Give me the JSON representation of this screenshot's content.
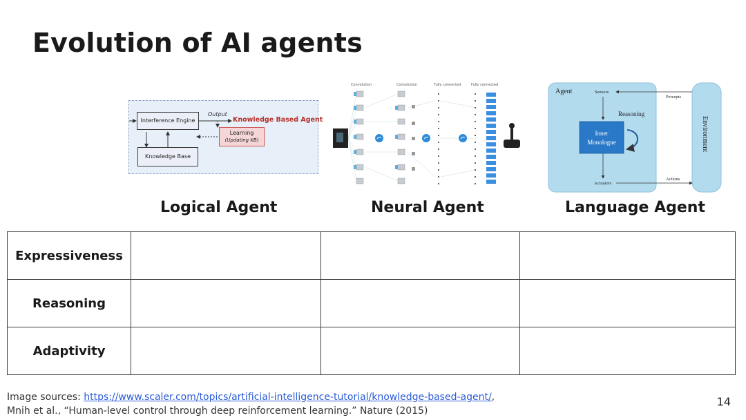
{
  "slide": {
    "title": "Evolution of AI agents",
    "page_number": "14"
  },
  "logical_diagram": {
    "inference_engine": "Interference Engine",
    "output": "Output",
    "knowledge_based_agent": "Knowledge Based Agent",
    "learning": "Learning",
    "learning_sub": "(Updating KB)",
    "knowledge_base": "Knowledge Base"
  },
  "neural_diagram": {
    "layer_labels": [
      "Convolution",
      "Convolution",
      "Fully connected",
      "Fully connected"
    ]
  },
  "language_diagram": {
    "agent": "Agent",
    "sensors": "Sensors",
    "percepts": "Percepts",
    "reasoning": "Reasoning",
    "inner_monologue_1": "Inner",
    "inner_monologue_2": "Monologue",
    "actuators": "Actuators",
    "actions": "Actions",
    "environment": "Environment"
  },
  "columns": [
    "Logical Agent",
    "Neural Agent",
    "Language Agent"
  ],
  "rows": [
    "Expressiveness",
    "Reasoning",
    "Adaptivity"
  ],
  "sources": {
    "prefix": "Image sources: ",
    "link": "https://www.scaler.com/topics/artificial-intelligence-tutorial/knowledge-based-agent/",
    "link_suffix": ",",
    "citation": "Mnih et al., “Human-level control through deep reinforcement learning.” Nature (2015)"
  },
  "colors": {
    "accent_red": "#b8322b",
    "link_blue": "#2a5bd7",
    "agent_panel": "#b3dbee",
    "monologue_box": "#2a78c8"
  }
}
